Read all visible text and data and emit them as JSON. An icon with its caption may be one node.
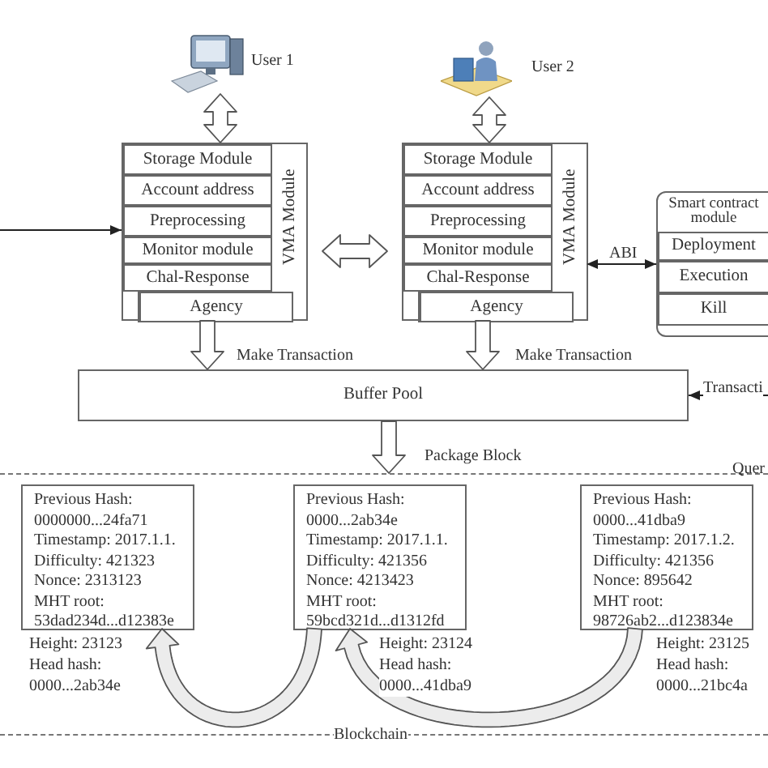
{
  "diagram": {
    "nodes": [
      {
        "text": [],
        "shape": "picture",
        "beside": [
          "User 1"
        ]
      },
      {
        "text": [],
        "shape": "picture",
        "beside": [
          "User 2"
        ]
      },
      {
        "text": [
          "VMA Module"
        ]
      },
      {
        "text": [
          "Storage Module"
        ],
        "in": 2
      },
      {
        "text": [
          "Account address"
        ],
        "in": 2
      },
      {
        "text": [
          "Preprocessing"
        ],
        "in": 2
      },
      {
        "text": [
          "Monitor module"
        ],
        "in": 2
      },
      {
        "text": [
          "Chal-Response"
        ],
        "in": 2
      },
      {
        "text": [
          "Agency"
        ],
        "in": 2
      },
      {
        "text": [
          "VMA Module"
        ]
      },
      {
        "text": [
          "Storage Module"
        ],
        "in": 9
      },
      {
        "text": [
          "Account address"
        ],
        "in": 9
      },
      {
        "text": [
          "Preprocessing"
        ],
        "in": 9
      },
      {
        "text": [
          "Monitor module"
        ],
        "in": 9
      },
      {
        "text": [
          "Chal-Response"
        ],
        "in": 9
      },
      {
        "text": [
          "Agency"
        ],
        "in": 9
      },
      {
        "text": [
          "Smart contract module"
        ]
      },
      {
        "text": [
          "Deployment"
        ],
        "in": 16
      },
      {
        "text": [
          "Execution"
        ],
        "in": 16
      },
      {
        "text": [
          "Kill"
        ],
        "in": 16
      },
      {
        "text": [
          "Buffer Pool"
        ]
      },
      {
        "text": [
          "Blockchain"
        ]
      },
      {
        "text": [
          "Previous Hash: 0000000...24fa71",
          "Timestamp: 2017.1.1.",
          "Difficulty: 421323",
          "Nonce: 2313123",
          "MHT root: 53dad234d...d12383e"
        ],
        "in": 21,
        "beside": [
          "Height: 23123",
          "Head hash: 0000...2ab34e"
        ]
      },
      {
        "text": [
          "Previous Hash: 0000...2ab34e",
          "Timestamp: 2017.1.1.",
          "Difficulty: 421356",
          "Nonce: 4213423",
          "MHT root: 59bcd321d...d1312fd"
        ],
        "in": 21,
        "beside": [
          "Height: 23124",
          "Head hash: 0000...41dba9"
        ]
      },
      {
        "text": [
          "Previous Hash: 0000...41dba9",
          "Timestamp: 2017.1.2.",
          "Difficulty: 421356",
          "Nonce: 895642",
          "MHT root: 98726ab2...d123834e"
        ],
        "in": 21,
        "beside": [
          "Height: 23125",
          "Head hash: 0000...21bc4a"
        ]
      }
    ],
    "edges": [
      {
        "from": 0,
        "to": 2,
        "arrow": "both",
        "style": "thick"
      },
      {
        "from": 1,
        "to": 9,
        "arrow": "both",
        "style": "thick"
      },
      {
        "from": 2,
        "to": 9,
        "arrow": "both",
        "style": "thick"
      },
      {
        "from": null,
        "to": 5,
        "arrow": "to"
      },
      {
        "from": 9,
        "to": 16,
        "arrow": "both",
        "label": "ABI"
      },
      {
        "from": 2,
        "to": 20,
        "arrow": "to",
        "style": "thick",
        "label": "Make Transaction"
      },
      {
        "from": 9,
        "to": 20,
        "arrow": "to",
        "style": "thick",
        "label": "Make Transaction"
      },
      {
        "from": null,
        "to": 20,
        "arrow": "to",
        "label": "Transacti"
      },
      {
        "from": 20,
        "to": 21,
        "arrow": "to",
        "style": "thick",
        "label": "Package Block"
      },
      {
        "from": 23,
        "to": 22,
        "arrow": "to",
        "style": "thick"
      },
      {
        "from": 24,
        "to": 23,
        "arrow": "to",
        "style": "thick"
      }
    ],
    "labels": [
      "Quer"
    ]
  }
}
